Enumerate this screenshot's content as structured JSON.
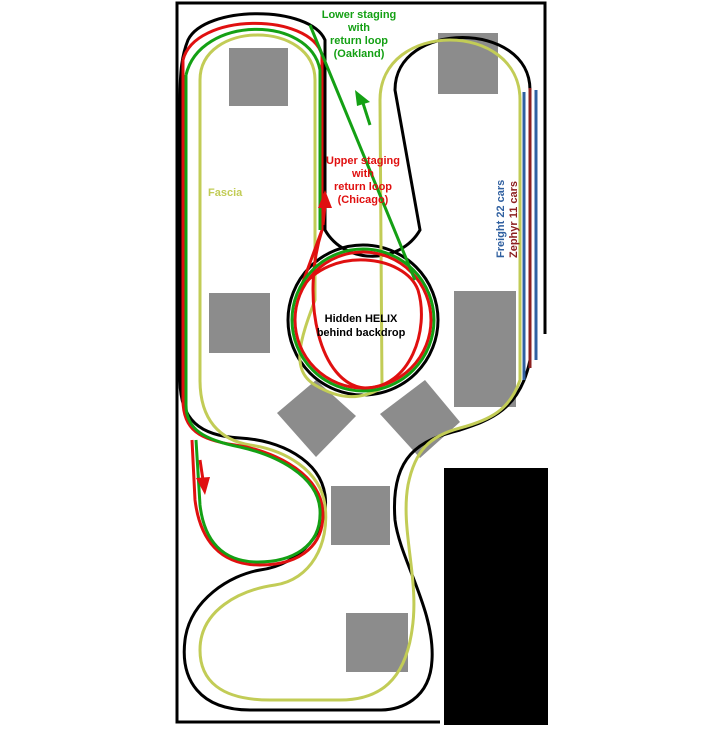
{
  "labels": {
    "lower_staging": [
      "Lower staging",
      "with",
      "return loop",
      "(Oakland)"
    ],
    "upper_staging": [
      "Upper staging",
      "with",
      "return loop",
      "(Chicago)"
    ],
    "helix": [
      "Hidden HELIX",
      "behind backdrop"
    ],
    "fascia": "Fascia",
    "freight": "Freight 22 cars",
    "zephyr": "Zephyr 11 cars"
  },
  "colors": {
    "background": "#ffffff",
    "benchwork_outline": "#000000",
    "fascia": "#c2cc56",
    "lower_staging": "#14a014",
    "upper_staging": "#e01010",
    "freight": "#3060a0",
    "zephyr": "#8c2020",
    "buildings": "#8c8c8c"
  },
  "legend_lines": [
    "freight",
    "zephyr"
  ]
}
